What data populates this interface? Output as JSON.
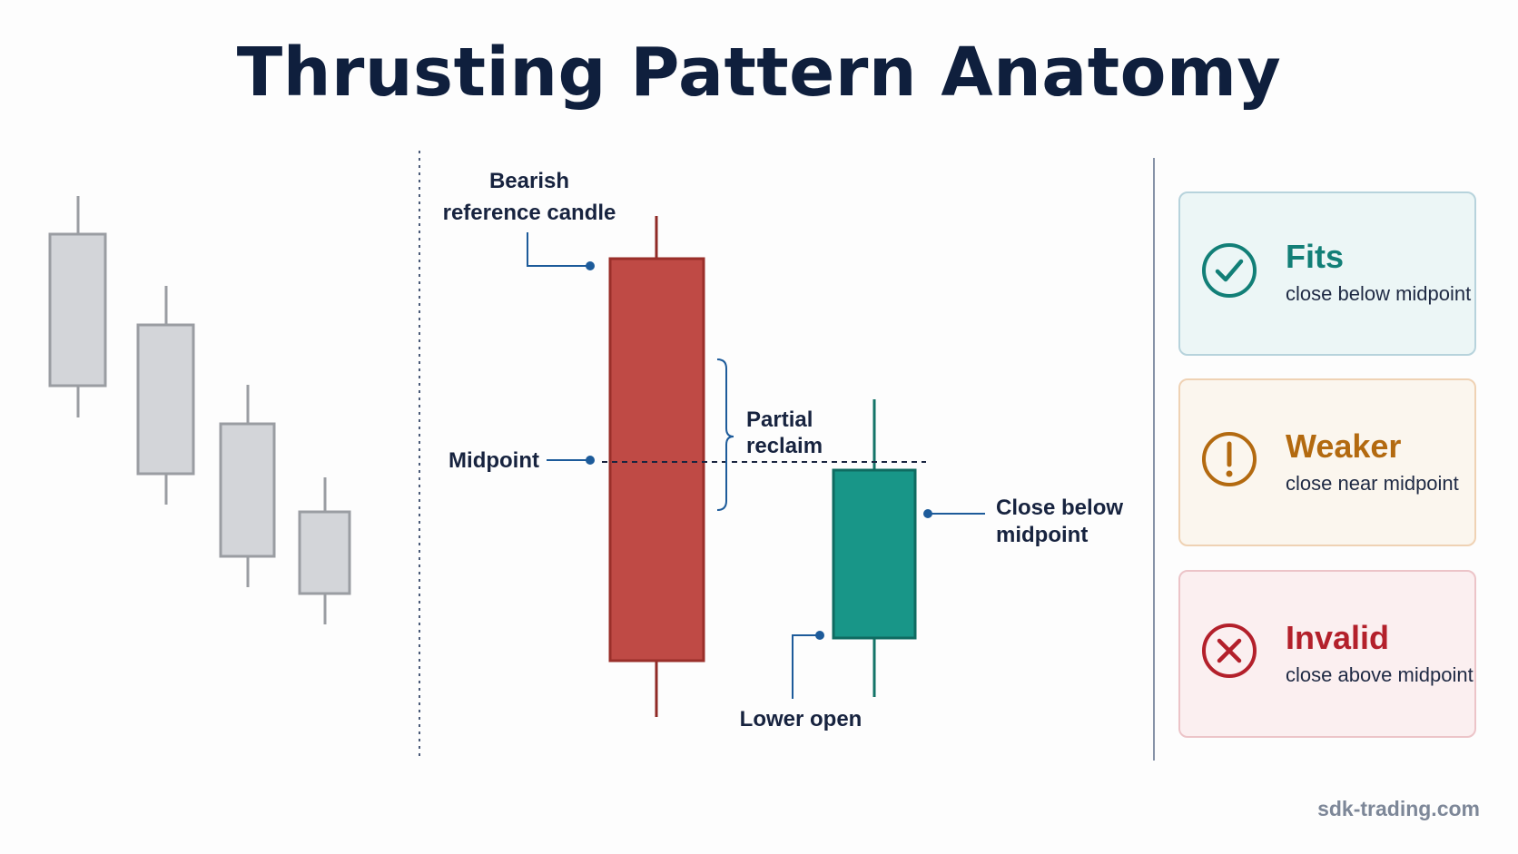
{
  "title": "Thrusting Pattern Anatomy",
  "labels": {
    "bearish_line1": "Bearish",
    "bearish_line2": "reference candle",
    "midpoint": "Midpoint",
    "partial_line1": "Partial",
    "partial_line2": "reclaim",
    "close_line1": "Close below",
    "close_line2": "midpoint",
    "lower_open": "Lower open"
  },
  "cards": {
    "fits": {
      "title": "Fits",
      "subtitle": "close below midpoint",
      "icon": "check-circle-icon",
      "color": "#127f77"
    },
    "weaker": {
      "title": "Weaker",
      "subtitle": "close near midpoint",
      "icon": "exclamation-circle-icon",
      "color": "#b36a10"
    },
    "invalid": {
      "title": "Invalid",
      "subtitle": "close above midpoint",
      "icon": "x-circle-icon",
      "color": "#b3202b"
    }
  },
  "footer": "sdk-trading.com",
  "colors": {
    "bearish": "#bf4a45",
    "bullish": "#189688",
    "context": "#d3d5d9",
    "navy": "#0f1f3d",
    "pointer": "#1d5b9a"
  }
}
